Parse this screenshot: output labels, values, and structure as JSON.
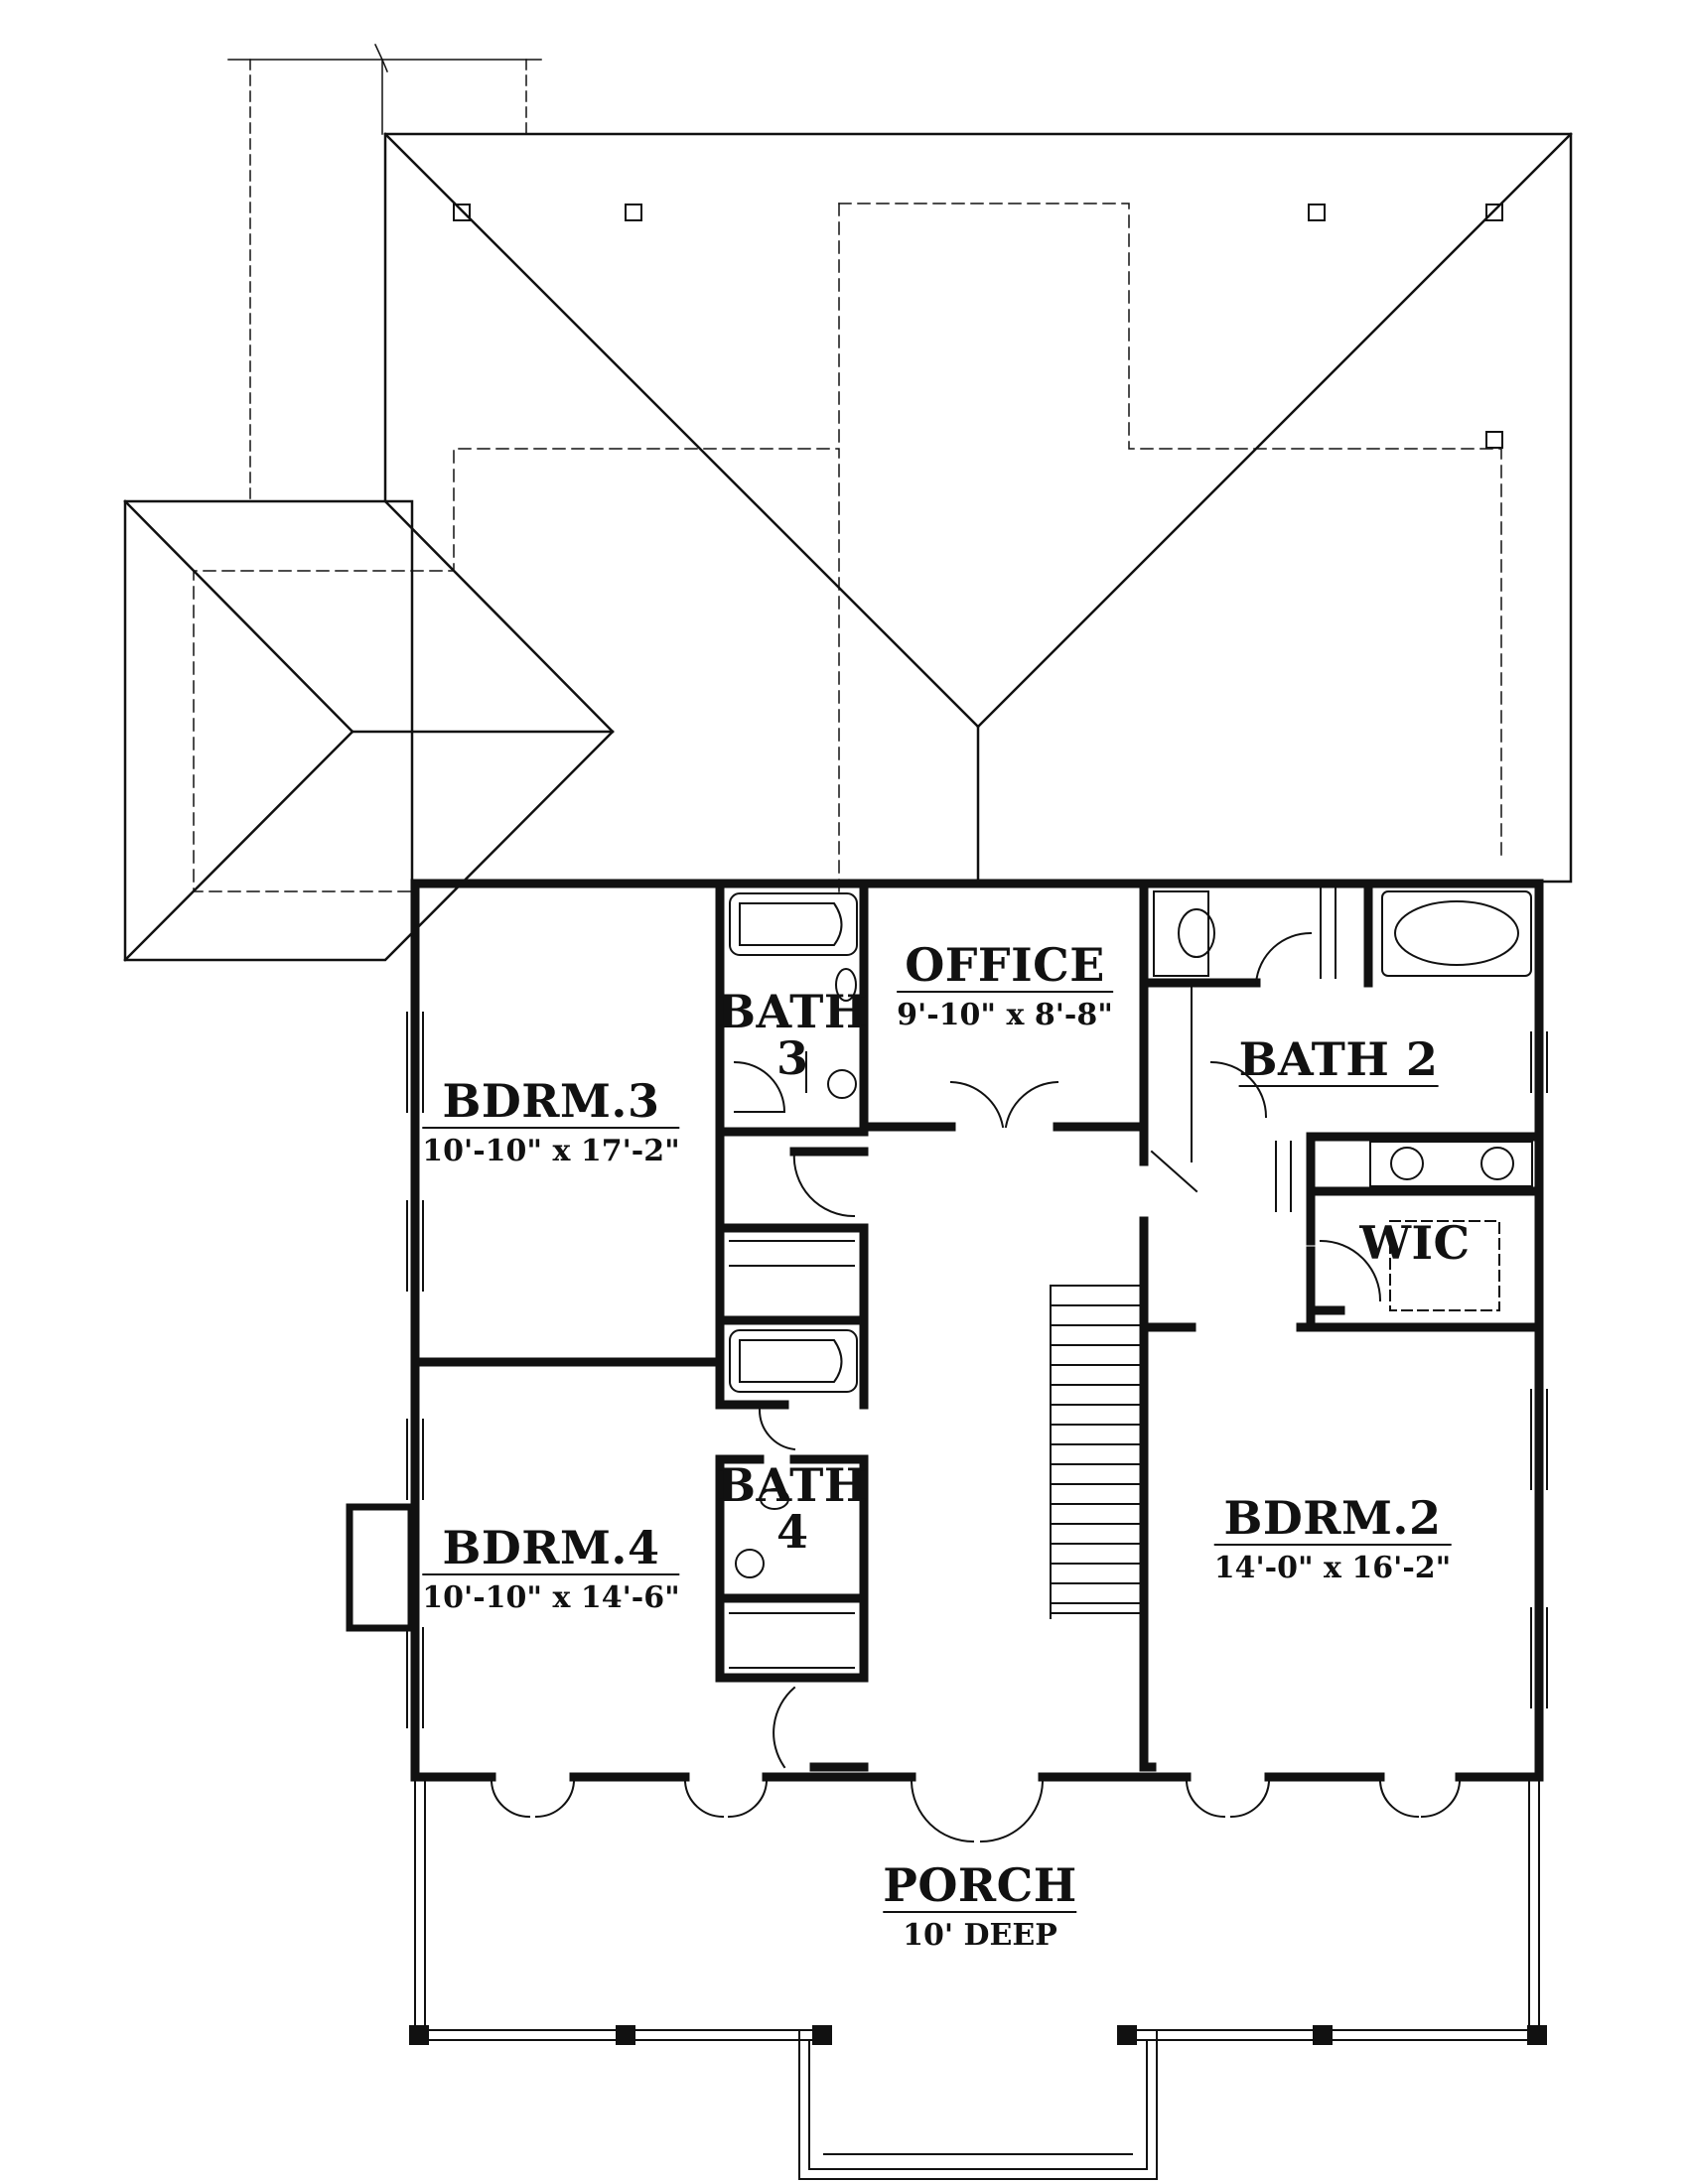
{
  "rooms": {
    "bdrm3": {
      "name": "BDRM.3",
      "dims": "10'-10\" x 17'-2\""
    },
    "bdrm4": {
      "name": "BDRM.4",
      "dims": "10'-10\" x 14'-6\""
    },
    "bdrm2": {
      "name": "BDRM.2",
      "dims": "14'-0\" x 16'-2\""
    },
    "office": {
      "name": "OFFICE",
      "dims": "9'-10\" x 8'-8\""
    },
    "bath3": {
      "name": "BATH",
      "num": "3"
    },
    "bath4": {
      "name": "BATH",
      "num": "4"
    },
    "bath2": {
      "name": "BATH 2"
    },
    "wic": {
      "name": "WIC"
    },
    "porch": {
      "name": "PORCH",
      "dims": "10' DEEP"
    }
  }
}
